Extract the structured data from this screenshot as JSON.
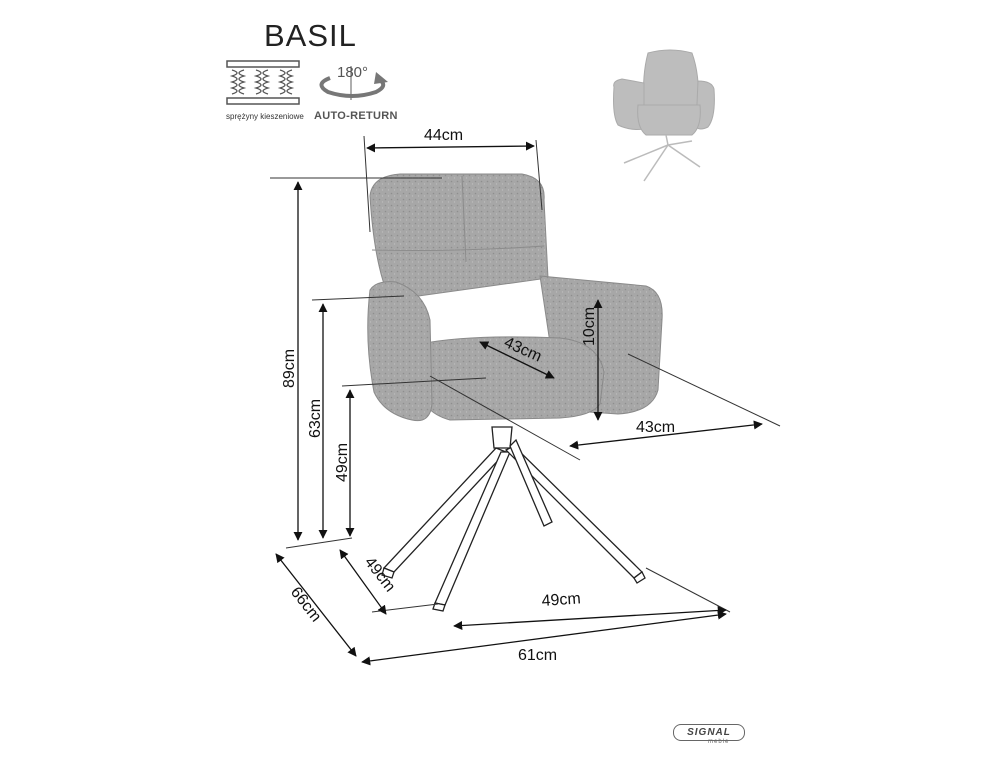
{
  "product": {
    "name": "BASIL"
  },
  "features": {
    "springs_label": "sprężyny kieszeniowe",
    "rotation_degree": "180°",
    "auto_return_label": "AUTO-RETURN"
  },
  "dimensions": {
    "back_width": "44cm",
    "total_height": "89cm",
    "armrest_height": "63cm",
    "seat_height": "49cm",
    "seat_depth": "43cm",
    "armrest_over_seat": "10cm",
    "seat_width": "43cm",
    "base_depth": "49cm",
    "base_width": "49cm",
    "total_depth": "66cm",
    "total_width": "61cm"
  },
  "brand": {
    "logo_text": "SIGNAL",
    "logo_sub": "meble"
  },
  "colors": {
    "upholstery": "#a9a9a9",
    "upholstery_dark": "#8f8f8f",
    "legs": "#ffffff",
    "lines": "#222222",
    "preview_upholstery": "#b8b8b8"
  }
}
